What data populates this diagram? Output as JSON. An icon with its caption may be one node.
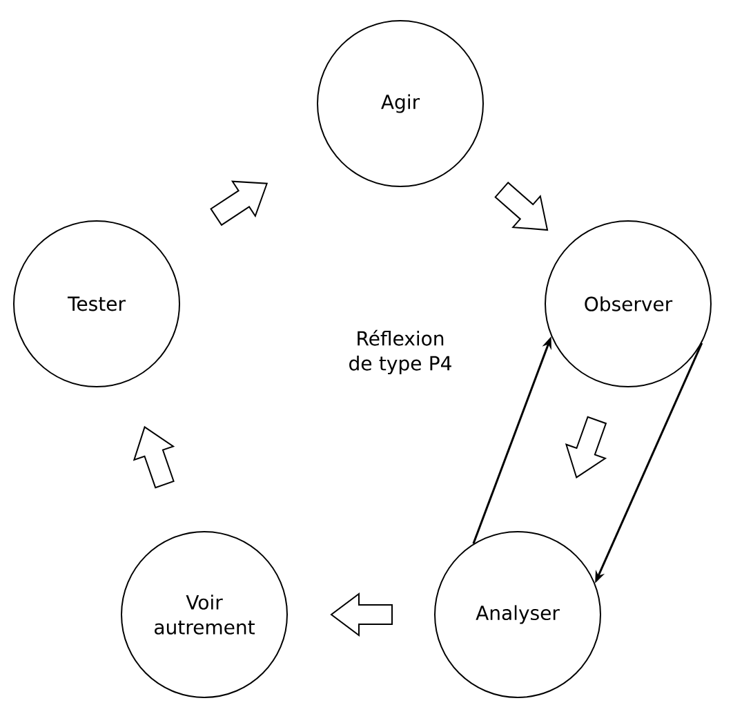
{
  "diagram": {
    "nodes": [
      {
        "text": [
          "Agir"
        ]
      },
      {
        "text": [
          "Observer"
        ]
      },
      {
        "text": [
          "Analyser"
        ]
      },
      {
        "text": [
          "Voir autrement"
        ]
      },
      {
        "text": [
          "Tester"
        ]
      }
    ],
    "edges": [
      {
        "from": 0,
        "to": 1,
        "arrow": "to",
        "style": "thick"
      },
      {
        "from": 1,
        "to": 2,
        "arrow": "to",
        "style": "thick"
      },
      {
        "from": 2,
        "to": 3,
        "arrow": "to",
        "style": "thick"
      },
      {
        "from": 3,
        "to": 4,
        "arrow": "to",
        "style": "thick"
      },
      {
        "from": 4,
        "to": 0,
        "arrow": "to",
        "style": "thick"
      },
      {
        "from": 2,
        "to": 1,
        "arrow": "to"
      },
      {
        "from": 1,
        "to": 2,
        "arrow": "to"
      }
    ],
    "labels": [
      "Réflexion de type P4"
    ]
  }
}
